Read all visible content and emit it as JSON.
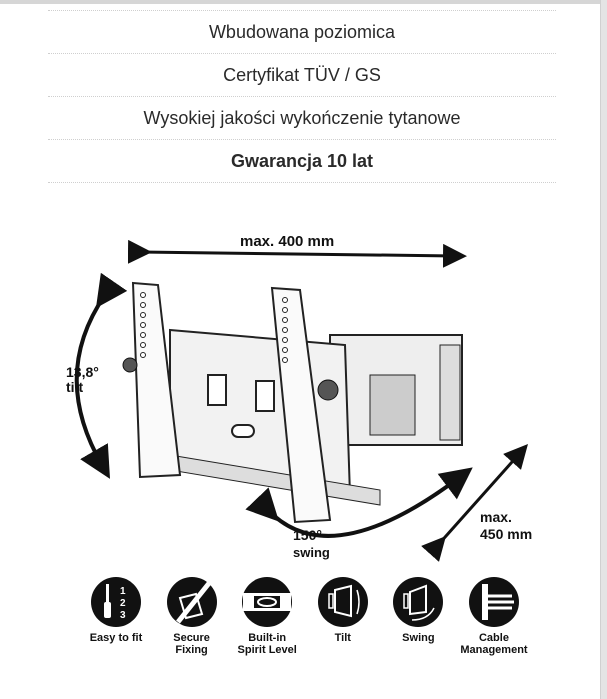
{
  "features_list": [
    {
      "text": "Wbudowana poziomica"
    },
    {
      "text": "Certyfikat TÜV / GS"
    },
    {
      "text": "Wysokiej jakości wykończenie tytanowe"
    },
    {
      "text": "Gwarancja 10 lat"
    }
  ],
  "diagram": {
    "width_label": "max. 400 mm",
    "tilt_value": "13,8°",
    "tilt_label": "tilt",
    "swing_value": "150°",
    "swing_label": "swing",
    "extension_label": "max.",
    "extension_value": "450 mm"
  },
  "icons": [
    {
      "name": "easy-to-fit",
      "label": "Easy to fit"
    },
    {
      "name": "secure-fixing",
      "label": "Secure\nFixing"
    },
    {
      "name": "spirit-level",
      "label": "Built-in\nSpirit Level"
    },
    {
      "name": "tilt",
      "label": "Tilt"
    },
    {
      "name": "swing",
      "label": "Swing"
    },
    {
      "name": "cable-management",
      "label": "Cable\nManagement"
    }
  ]
}
